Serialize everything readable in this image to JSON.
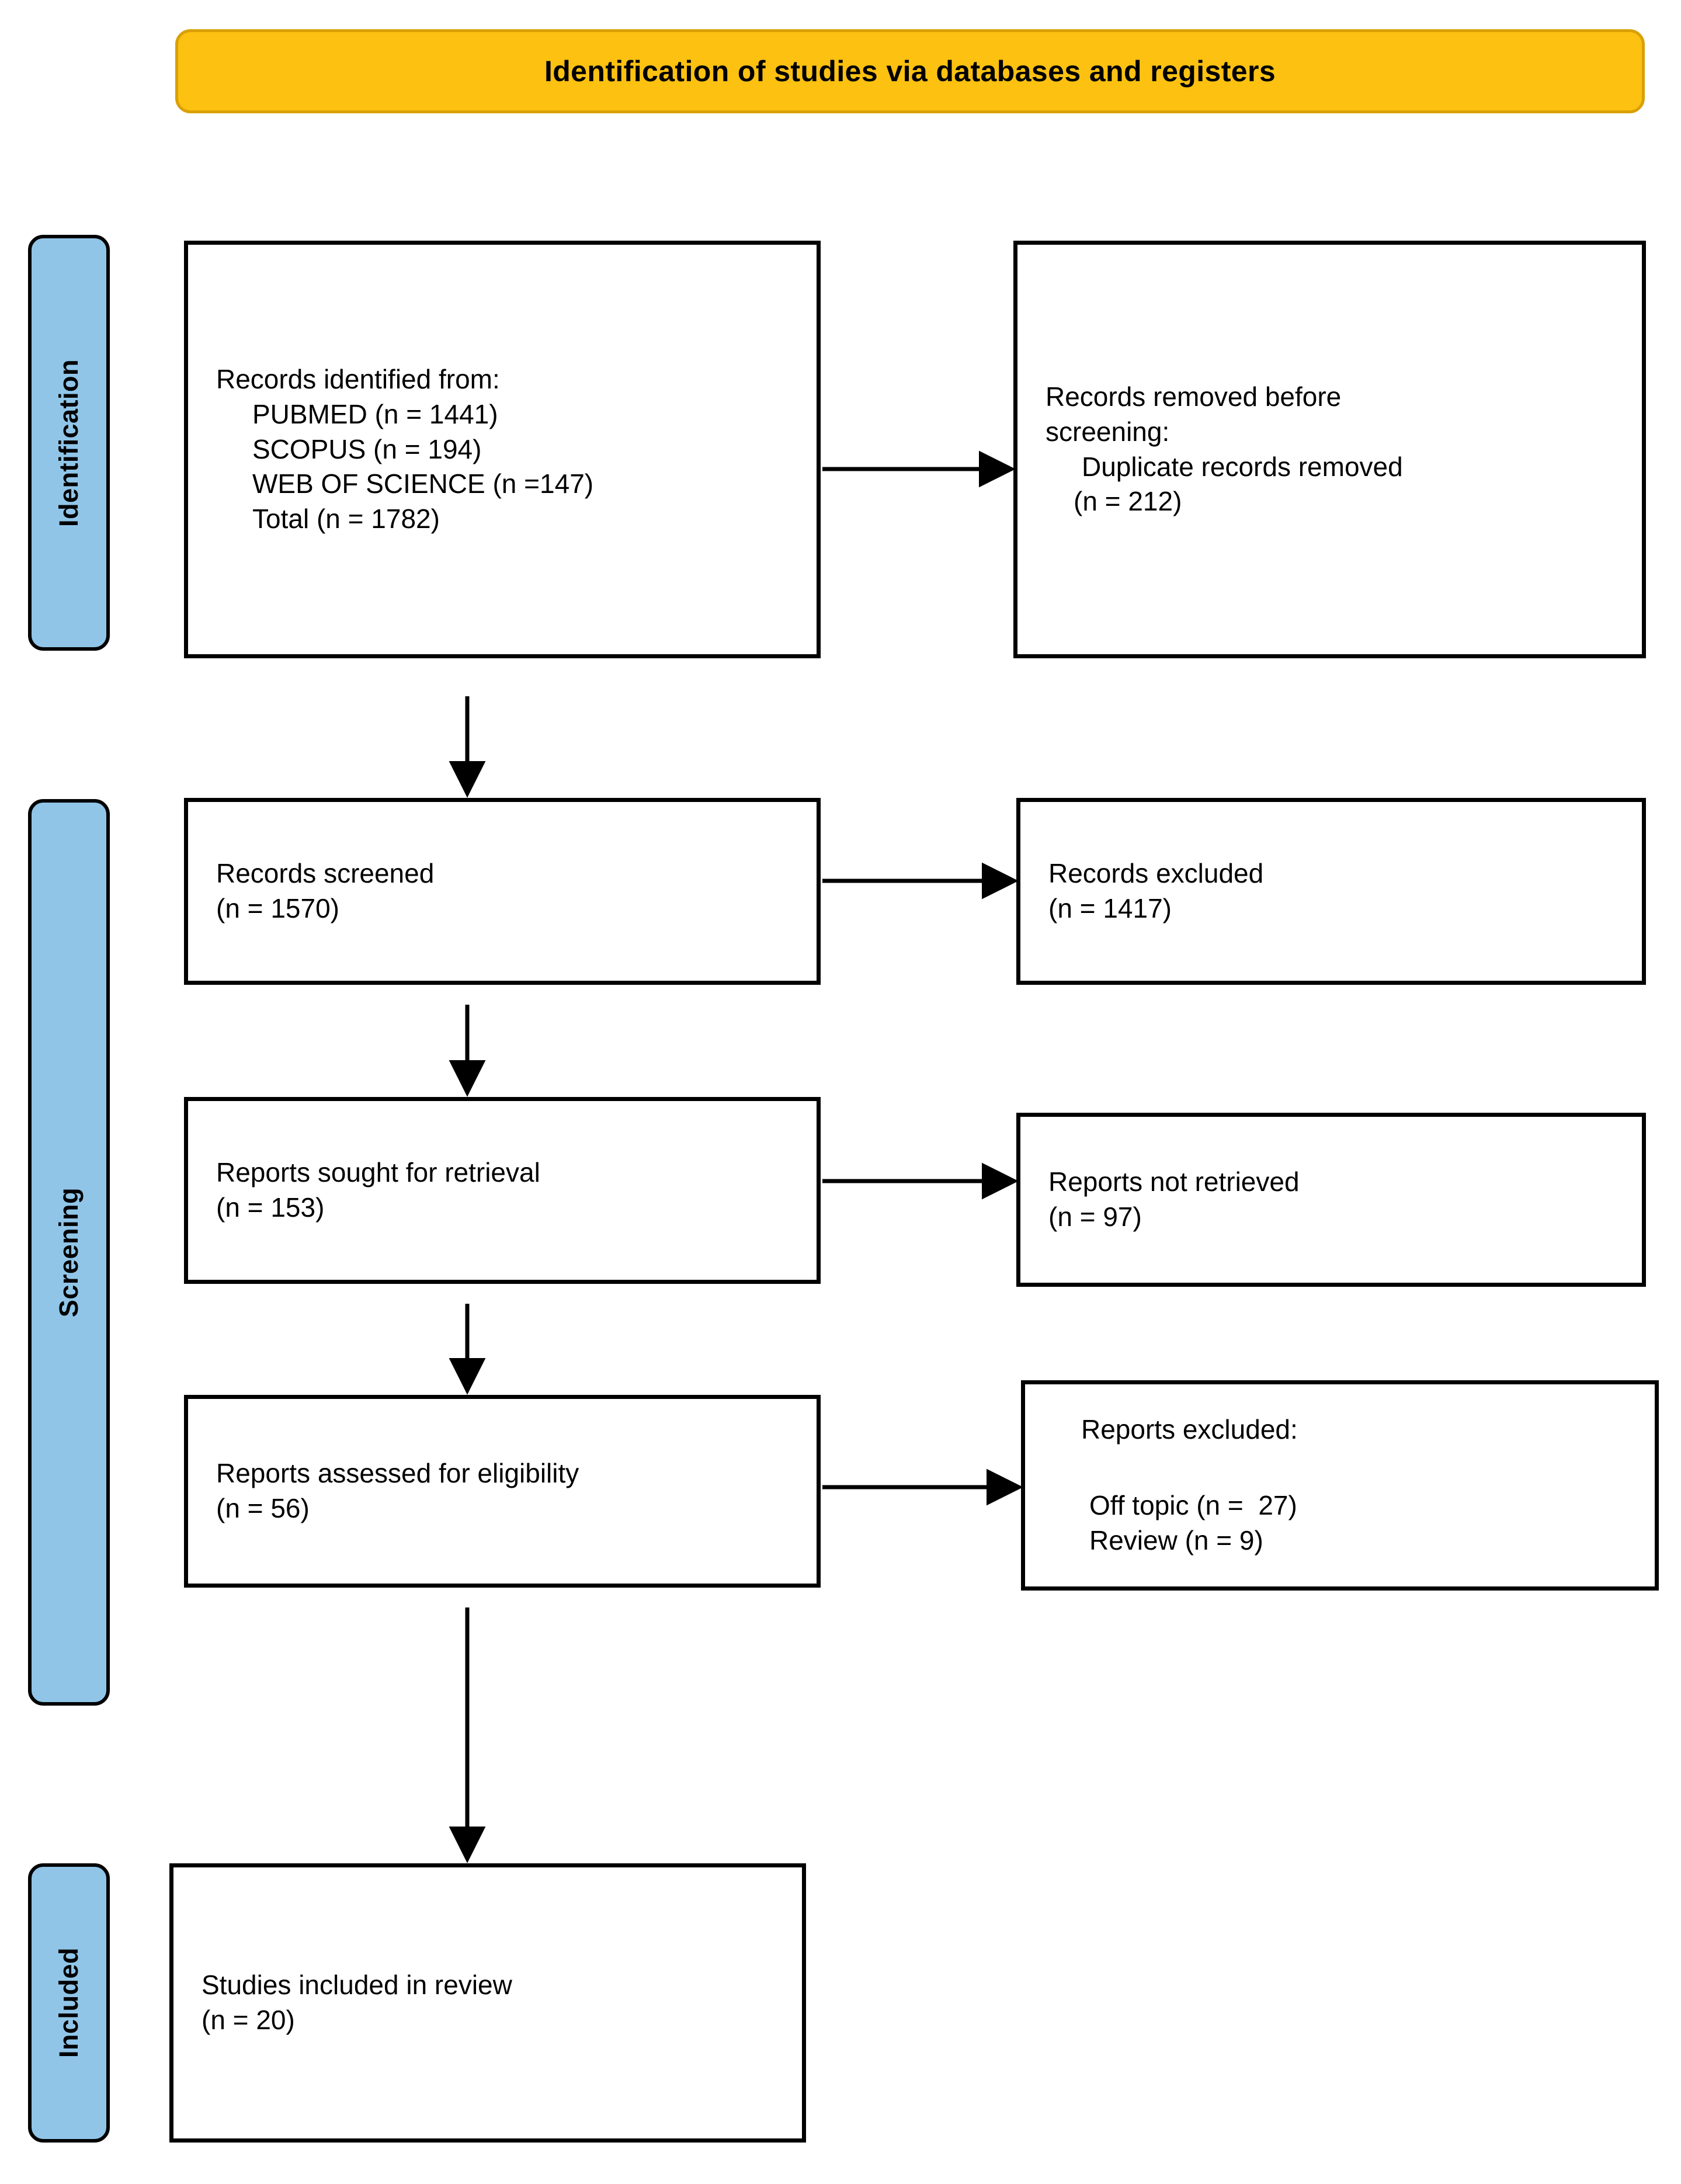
{
  "header": {
    "title": "Identification of studies via databases and registers",
    "fill_color": "#fcc111",
    "border_color": "#d9a006"
  },
  "stages": {
    "fill_color": "#90c5e8",
    "identification": "Identification",
    "screening": "Screening",
    "included": "Included"
  },
  "boxes": {
    "identified": {
      "l1": "Records identified from:",
      "l2": "PUBMED (n = 1441)",
      "l3": "SCOPUS (n = 194)",
      "l4": "WEB OF SCIENCE (n =147)",
      "l5": "Total (n = 1782)"
    },
    "removed": {
      "l1_a": "Records removed ",
      "l1_b": "before",
      "l2_b": "screening",
      "l2_a": ":",
      "l3": "Duplicate records removed",
      "l4": "(n = 212)"
    },
    "screened": {
      "l1": "Records screened",
      "l2": "(n = 1570)"
    },
    "excluded": {
      "l1": "Records excluded",
      "l2": "(n = 1417)"
    },
    "sought": {
      "l1": "Reports sought for retrieval",
      "l2": "(n = 153)"
    },
    "not_retrieved": {
      "l1": "Reports not retrieved",
      "l2": "(n = 97)"
    },
    "assessed": {
      "l1": "Reports assessed for eligibility",
      "l2": "(n = 56)"
    },
    "reports_excluded": {
      "l1": "Reports excluded:",
      "l2": "Off topic (n =  27)",
      "l3": "Review (n = 9)"
    },
    "included": {
      "l1": "Studies included in review",
      "l2": "(n = 20)"
    }
  },
  "chart_data": {
    "type": "diagram",
    "title": "Identification of studies via databases and registers",
    "nodes": [
      {
        "id": "identified",
        "stage": "Identification",
        "label": "Records identified from",
        "values": {
          "PUBMED": 1441,
          "SCOPUS": 194,
          "WEB OF SCIENCE": 147,
          "Total": 1782
        }
      },
      {
        "id": "removed",
        "stage": "Identification",
        "label": "Records removed before screening: Duplicate records removed",
        "n": 212
      },
      {
        "id": "screened",
        "stage": "Screening",
        "label": "Records screened",
        "n": 1570
      },
      {
        "id": "excluded",
        "stage": "Screening",
        "label": "Records excluded",
        "n": 1417
      },
      {
        "id": "sought",
        "stage": "Screening",
        "label": "Reports sought for retrieval",
        "n": 153
      },
      {
        "id": "not_retrieved",
        "stage": "Screening",
        "label": "Reports not retrieved",
        "n": 97
      },
      {
        "id": "assessed",
        "stage": "Screening",
        "label": "Reports assessed for eligibility",
        "n": 56
      },
      {
        "id": "reports_excluded",
        "stage": "Screening",
        "label": "Reports excluded",
        "reasons": {
          "Off topic": 27,
          "Review": 9
        }
      },
      {
        "id": "included",
        "stage": "Included",
        "label": "Studies included in review",
        "n": 20
      }
    ],
    "edges": [
      {
        "from": "identified",
        "to": "removed",
        "direction": "right"
      },
      {
        "from": "identified",
        "to": "screened",
        "direction": "down"
      },
      {
        "from": "screened",
        "to": "excluded",
        "direction": "right"
      },
      {
        "from": "screened",
        "to": "sought",
        "direction": "down"
      },
      {
        "from": "sought",
        "to": "not_retrieved",
        "direction": "right"
      },
      {
        "from": "sought",
        "to": "assessed",
        "direction": "down"
      },
      {
        "from": "assessed",
        "to": "reports_excluded",
        "direction": "right"
      },
      {
        "from": "assessed",
        "to": "included",
        "direction": "down"
      }
    ]
  }
}
